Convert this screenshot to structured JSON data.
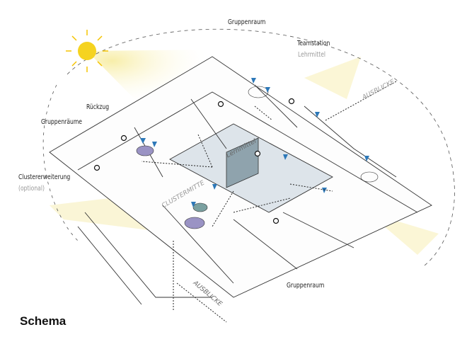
{
  "labels": {
    "gruppenraum_top": "Gruppenraum",
    "teamstation": "Teamstation",
    "lehrmittel": "Lehrmittel",
    "ausblicke_right": "AUSBLICKE",
    "rueckzug": "Rückzug",
    "gruppenraeume": "Gruppenräume",
    "clustererweiterung": "Clustererweiterung",
    "optional": "(optional)",
    "lernmittel": "Lernmittel",
    "clustermitte": "CLUSTERMITTE",
    "ausblicke_bottom": "AUSBLICKE",
    "gruppenraum_bottom": "Gruppenraum"
  },
  "title": "Schema",
  "colors": {
    "sun": "#f5d320",
    "light": "#f7efb0",
    "center": "#c9d3dc",
    "furniture": "#2d78b8",
    "table": "#9a93c4"
  }
}
